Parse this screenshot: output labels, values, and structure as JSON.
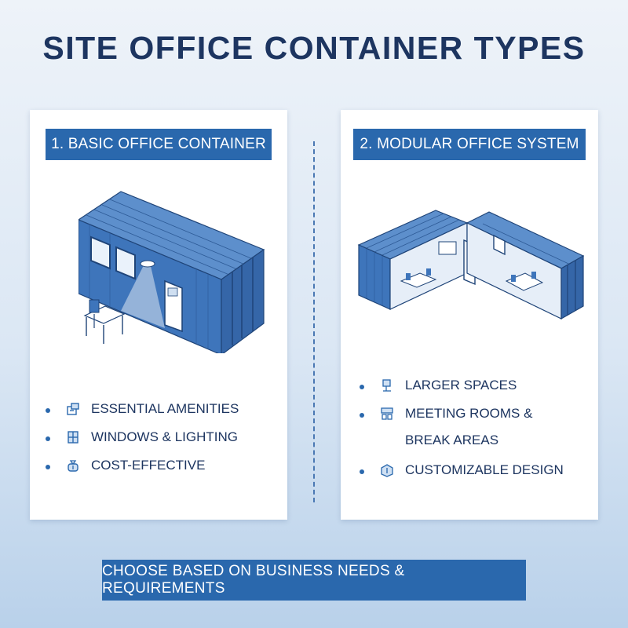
{
  "title": "SITE OFFICE CONTAINER TYPES",
  "left_card": {
    "header": "1. BASIC OFFICE CONTAINER",
    "features": [
      {
        "label": "ESSENTIAL AMENITIES",
        "icon": "amenities-icon"
      },
      {
        "label": "WINDOWS & LIGHTING",
        "icon": "window-icon"
      },
      {
        "label": "COST-EFFECTIVE",
        "icon": "money-bag-icon"
      }
    ]
  },
  "right_card": {
    "header": "2. MODULAR OFFICE SYSTEM",
    "features": [
      {
        "label": "LARGER SPACES",
        "icon": "expand-icon"
      },
      {
        "label_line1": "MEETING ROOMS &",
        "label_line2": "BREAK AREAS",
        "icon": "meeting-room-icon"
      },
      {
        "label": "CUSTOMIZABLE DESIGN",
        "icon": "design-icon"
      }
    ]
  },
  "footer": "CHOOSE BASED ON BUSINESS NEEDS & REQUIREMENTS",
  "colors": {
    "accent": "#2a68ad",
    "container": "#3e75bb",
    "title": "#1d3560"
  }
}
